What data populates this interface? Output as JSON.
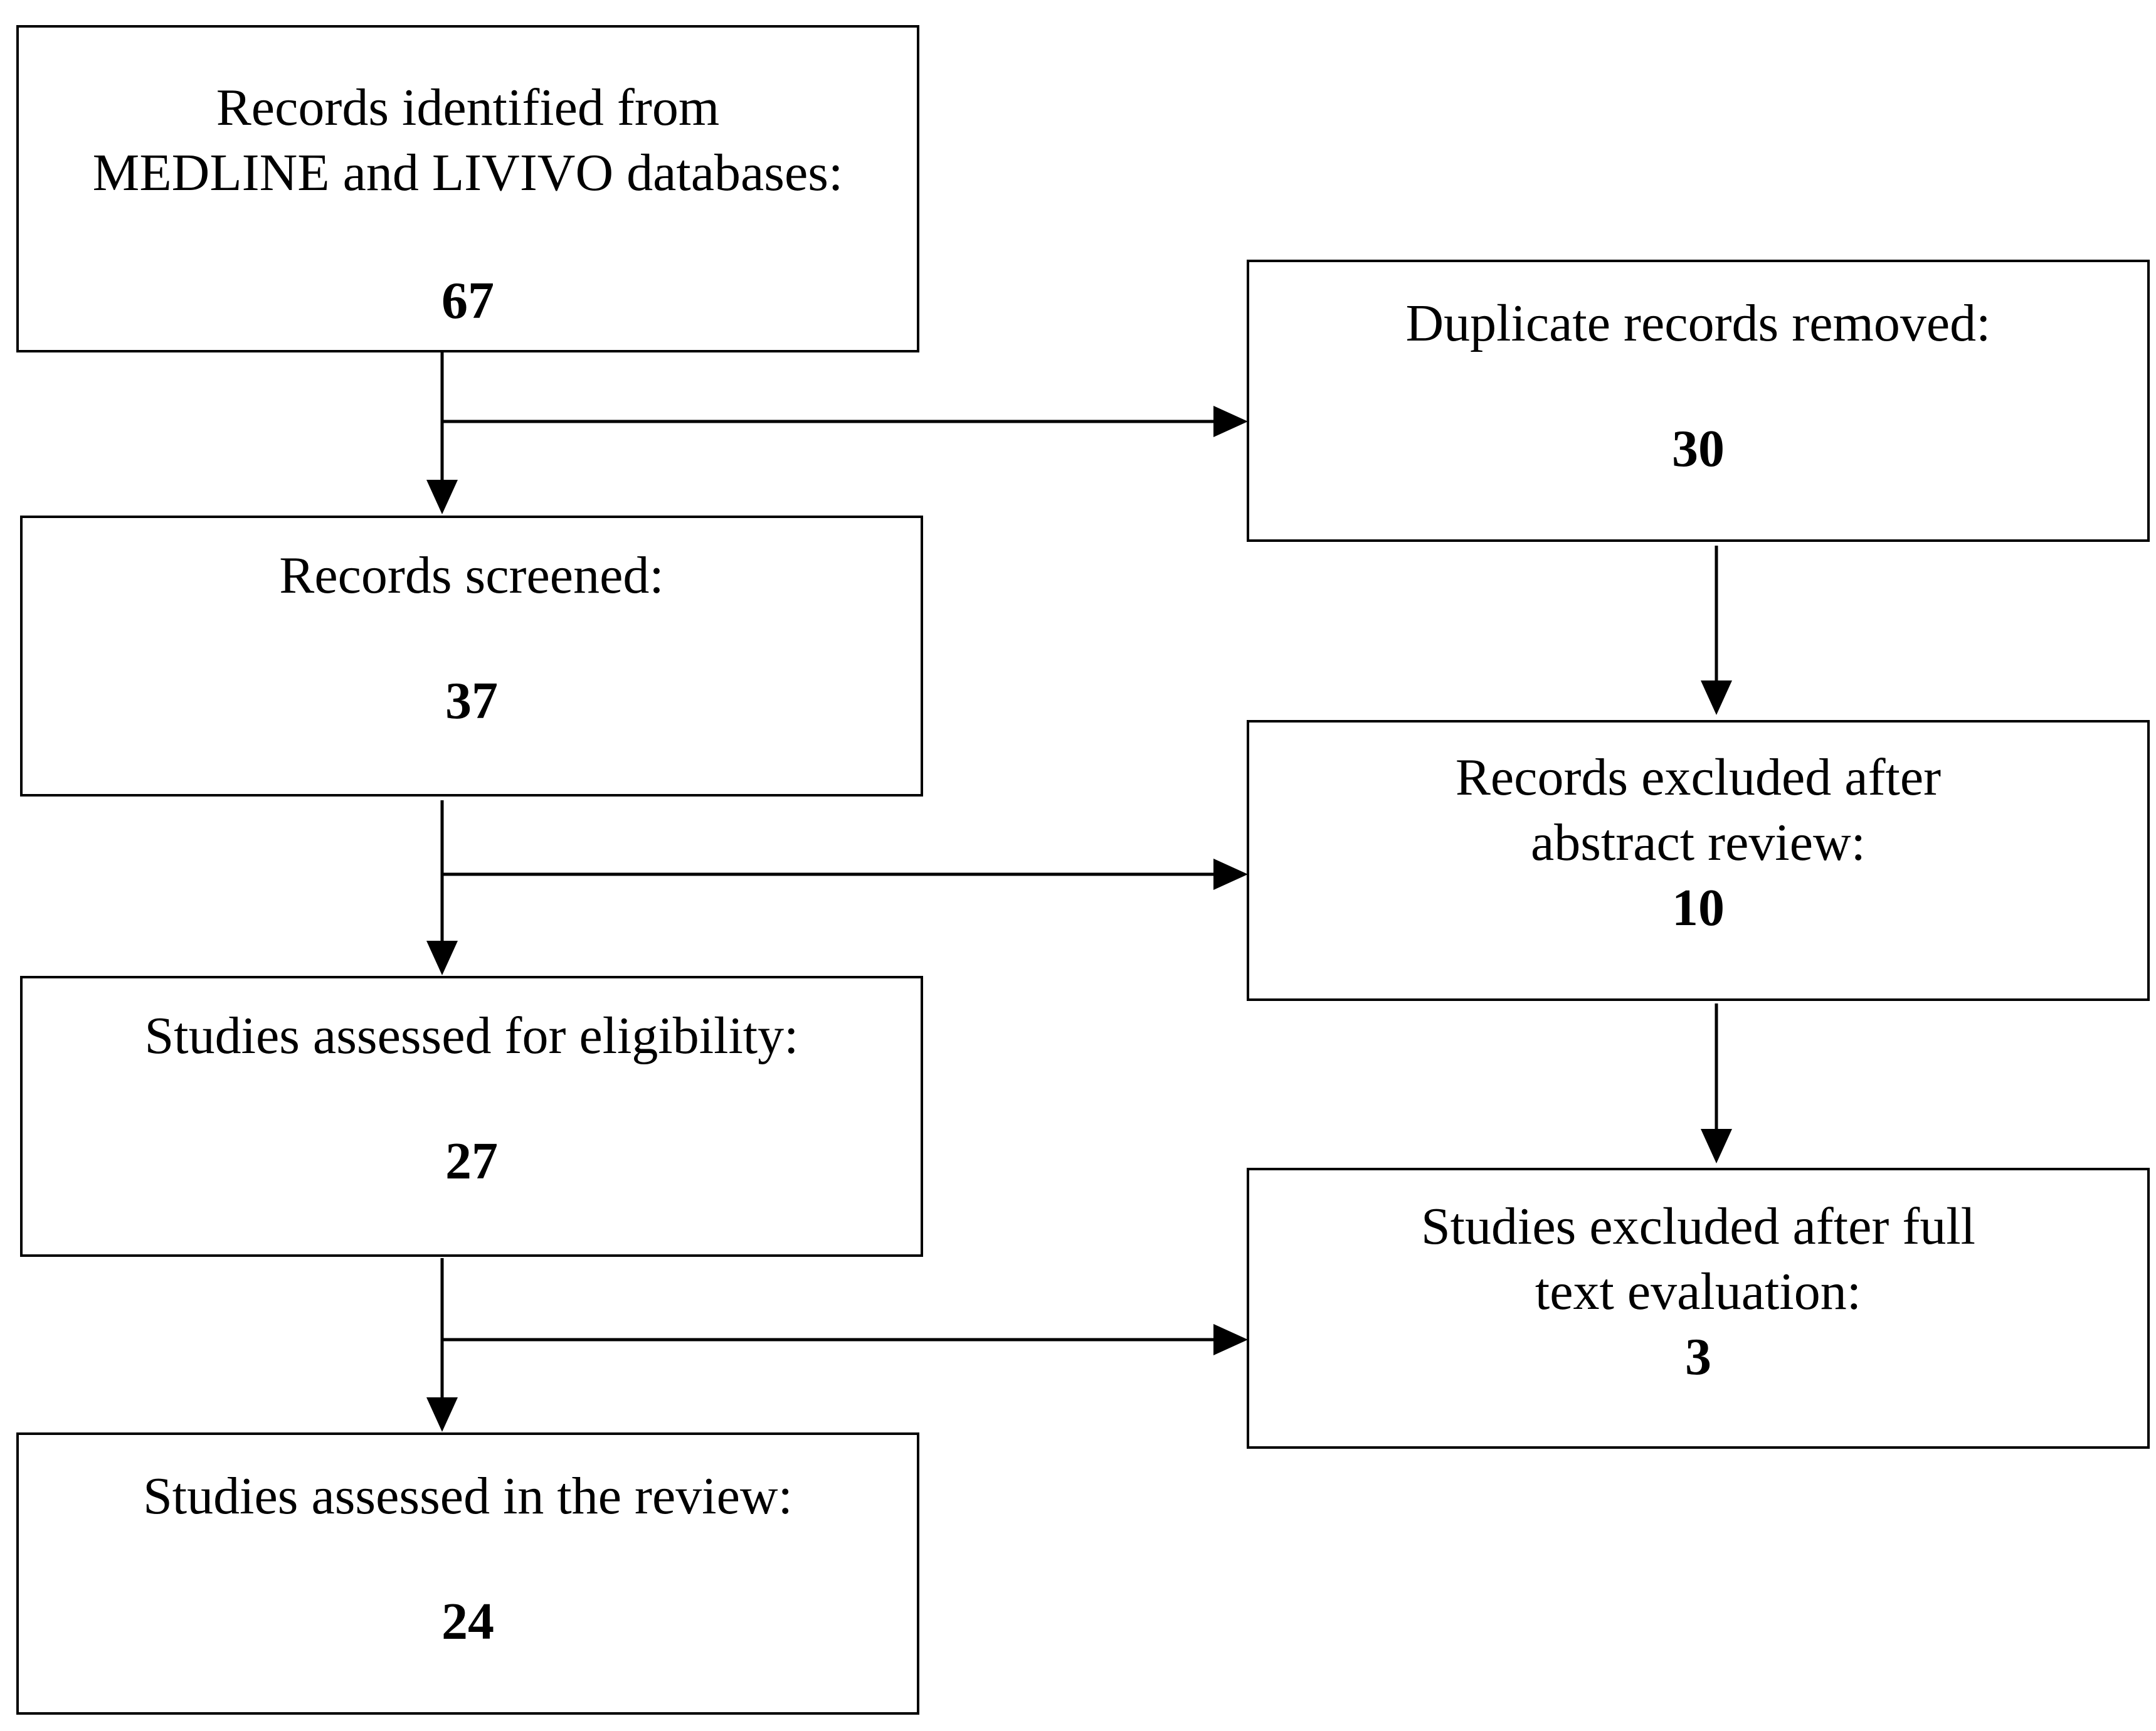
{
  "flowchart": {
    "identified": {
      "lines": [
        "Records identified from",
        "MEDLINE and LIVIVO databases:"
      ],
      "count": "67"
    },
    "duplicates": {
      "lines": [
        "Duplicate records removed:"
      ],
      "count": "30"
    },
    "screened": {
      "lines": [
        "Records screened:"
      ],
      "count": "37"
    },
    "abstract_excluded": {
      "lines": [
        "Records excluded after",
        "abstract review:"
      ],
      "count": "10"
    },
    "eligibility": {
      "lines": [
        "Studies assessed for eligibility:"
      ],
      "count": "27"
    },
    "fulltext_excluded": {
      "lines": [
        "Studies excluded after full",
        "text evaluation:"
      ],
      "count": "3"
    },
    "included": {
      "lines": [
        "Studies assessed in the review:"
      ],
      "count": "24"
    }
  }
}
